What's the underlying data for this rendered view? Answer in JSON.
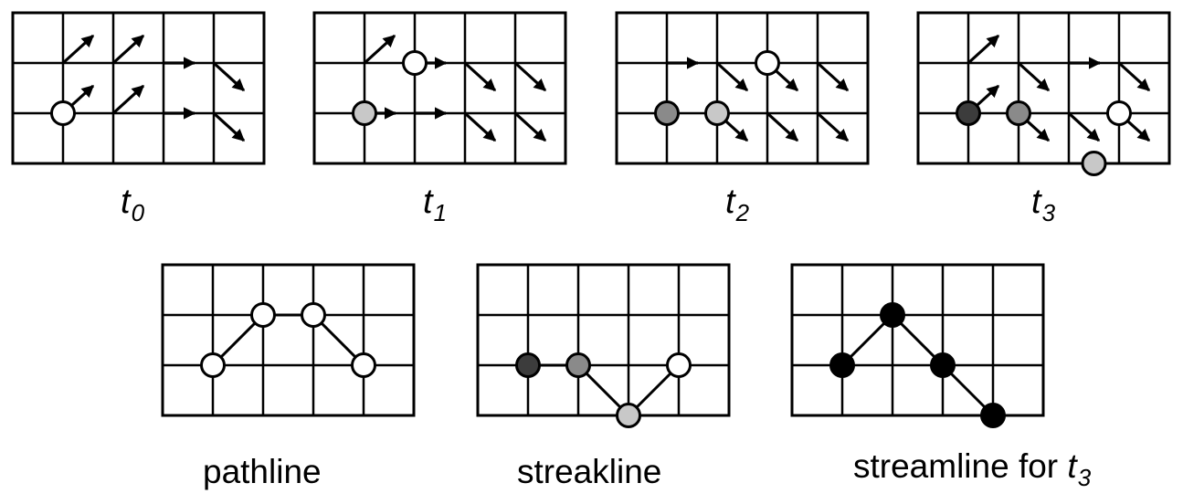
{
  "colors": {
    "line": "#000000",
    "paper": "#ffffff",
    "particle_t0": "#ffffff",
    "particle_t1": "#c8c8c8",
    "particle_t2": "#8a8a8a",
    "particle_t3": "#3c3c3c",
    "streamline_point": "#000000"
  },
  "grid": {
    "cols": 5,
    "rows": 3
  },
  "panels": [
    {
      "id": "t0",
      "time_var": "t",
      "time_sub": "0",
      "arrows": [
        [
          1,
          1,
          "ne"
        ],
        [
          2,
          1,
          "ne"
        ],
        [
          1,
          2,
          "ne"
        ],
        [
          2,
          2,
          "ne"
        ],
        [
          3,
          1,
          "e"
        ],
        [
          4,
          1,
          "se"
        ],
        [
          3,
          2,
          "e"
        ],
        [
          4,
          2,
          "se"
        ]
      ],
      "particles": [
        [
          1,
          2,
          "particle_t0"
        ]
      ],
      "polyline": null
    },
    {
      "id": "t1",
      "time_var": "t",
      "time_sub": "1",
      "arrows": [
        [
          1,
          1,
          "ne"
        ],
        [
          2,
          1,
          "e"
        ],
        [
          3,
          1,
          "se"
        ],
        [
          4,
          1,
          "se"
        ],
        [
          1,
          2,
          "e"
        ],
        [
          2,
          2,
          "e"
        ],
        [
          3,
          2,
          "se"
        ],
        [
          4,
          2,
          "se"
        ]
      ],
      "particles": [
        [
          2,
          1,
          "particle_t0"
        ],
        [
          1,
          2,
          "particle_t1"
        ]
      ],
      "polyline": null
    },
    {
      "id": "t2",
      "time_var": "t",
      "time_sub": "2",
      "arrows": [
        [
          1,
          1,
          "e"
        ],
        [
          2,
          1,
          "se"
        ],
        [
          3,
          1,
          "se"
        ],
        [
          4,
          1,
          "se"
        ],
        [
          2,
          2,
          "se"
        ],
        [
          3,
          2,
          "se"
        ],
        [
          4,
          2,
          "se"
        ]
      ],
      "particles": [
        [
          3,
          1,
          "particle_t0"
        ],
        [
          1,
          2,
          "particle_t2"
        ],
        [
          2,
          2,
          "particle_t1"
        ]
      ],
      "polyline": null
    },
    {
      "id": "t3",
      "time_var": "t",
      "time_sub": "3",
      "arrows": [
        [
          1,
          1,
          "ne"
        ],
        [
          2,
          1,
          "se"
        ],
        [
          3,
          1,
          "e"
        ],
        [
          4,
          1,
          "se"
        ],
        [
          1,
          2,
          "ne"
        ],
        [
          2,
          2,
          "se"
        ],
        [
          3,
          2,
          "se"
        ],
        [
          4,
          2,
          "se"
        ]
      ],
      "particles": [
        [
          1,
          2,
          "particle_t3"
        ],
        [
          2,
          2,
          "particle_t2"
        ],
        [
          3.5,
          3,
          "particle_t1"
        ],
        [
          4,
          2,
          "particle_t0"
        ]
      ],
      "polyline": null
    },
    {
      "id": "pathline",
      "label": "pathline",
      "arrows": [],
      "particles": [
        [
          1,
          2,
          "particle_t0"
        ],
        [
          2,
          1,
          "particle_t0"
        ],
        [
          3,
          1,
          "particle_t0"
        ],
        [
          4,
          2,
          "particle_t0"
        ]
      ],
      "polyline": [
        [
          1,
          2
        ],
        [
          2,
          1
        ],
        [
          3,
          1
        ],
        [
          4,
          2
        ]
      ]
    },
    {
      "id": "streakline",
      "label": "streakline",
      "arrows": [],
      "particles": [
        [
          1,
          2,
          "particle_t3"
        ],
        [
          2,
          2,
          "particle_t2"
        ],
        [
          3,
          3,
          "particle_t1"
        ],
        [
          4,
          2,
          "particle_t0"
        ]
      ],
      "polyline": [
        [
          1,
          2
        ],
        [
          2,
          2
        ],
        [
          3,
          3
        ],
        [
          4,
          2
        ]
      ]
    },
    {
      "id": "streamline",
      "label": "streamline for",
      "label_var": "t",
      "label_sub": "3",
      "arrows": [],
      "particles": [
        [
          1,
          2,
          "streamline_point"
        ],
        [
          2,
          1,
          "streamline_point"
        ],
        [
          3,
          2,
          "streamline_point"
        ],
        [
          4,
          3,
          "streamline_point"
        ]
      ],
      "polyline": [
        [
          1,
          2
        ],
        [
          2,
          1
        ],
        [
          3,
          2
        ],
        [
          4,
          3
        ]
      ]
    }
  ]
}
